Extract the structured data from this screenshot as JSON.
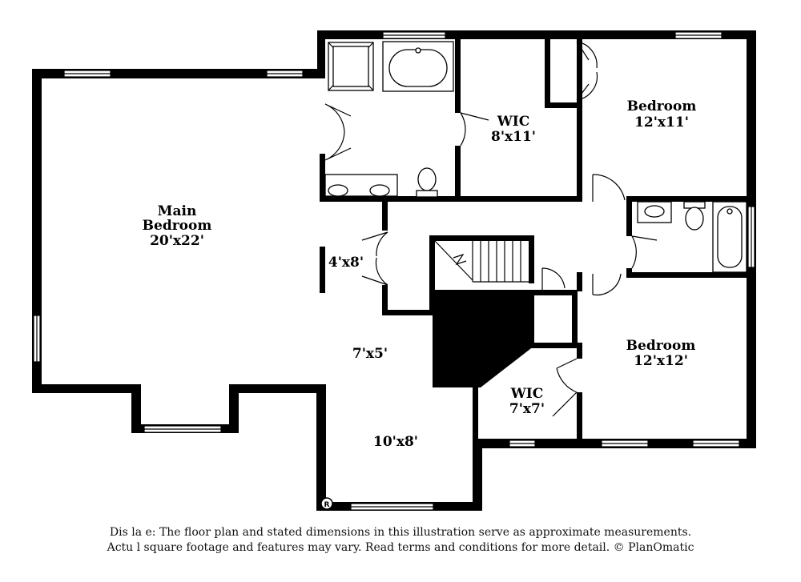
{
  "rooms": {
    "main_bedroom": {
      "name_line1": "Main",
      "name_line2": "Bedroom",
      "size": "20'x22'"
    },
    "wic_upper": {
      "name": "WIC",
      "size": "8'x11'"
    },
    "bedroom_ne": {
      "name": "Bedroom",
      "size": "12'x11'"
    },
    "closet_4x8": {
      "size": "4'x8'"
    },
    "hall_7x5": {
      "size": "7'x5'"
    },
    "bedroom_se": {
      "name": "Bedroom",
      "size": "12'x12'"
    },
    "wic_lower": {
      "name": "WIC",
      "size": "7'x7'"
    },
    "room_10x8": {
      "size": "10'x8'"
    }
  },
  "logo": {
    "mark": "R"
  },
  "disclaimer": {
    "line1": "Dis la  e: The floor plan and stated dimensions in this illustration serve as approximate measurements.",
    "line2": "Actu  l square footage and features may vary. Read terms and conditions for more detail. © PlanOmatic"
  },
  "colors": {
    "wall": "#000000",
    "background": "#ffffff"
  }
}
